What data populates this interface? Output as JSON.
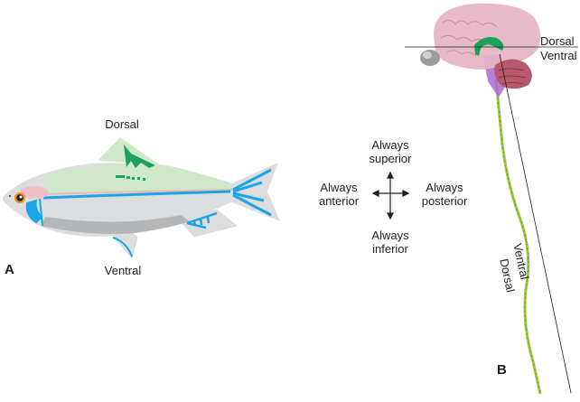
{
  "panel_a": {
    "label": "A",
    "dorsal": "Dorsal",
    "ventral": "Ventral"
  },
  "compass": {
    "up": {
      "line1": "Always",
      "line2": "superior"
    },
    "left": {
      "line1": "Always",
      "line2": "anterior"
    },
    "right": {
      "line1": "Always",
      "line2": "posterior"
    },
    "down": {
      "line1": "Always",
      "line2": "inferior"
    }
  },
  "panel_b": {
    "label": "B",
    "brain_dorsal": "Dorsal",
    "brain_ventral": "Ventral",
    "cord_dorsal": "Dorsal",
    "cord_ventral": "Ventral"
  },
  "colors": {
    "fish_body": "#dcdddf",
    "fish_back": "#cfe8c8",
    "nerve_blue": "#1aa6e6",
    "brain_pink": "#e4b3c3",
    "cerebellum": "#b8586e",
    "brainstem": "#a86ad0",
    "limbic_green": "#1aa35a",
    "cord_green": "#9cc43c"
  }
}
